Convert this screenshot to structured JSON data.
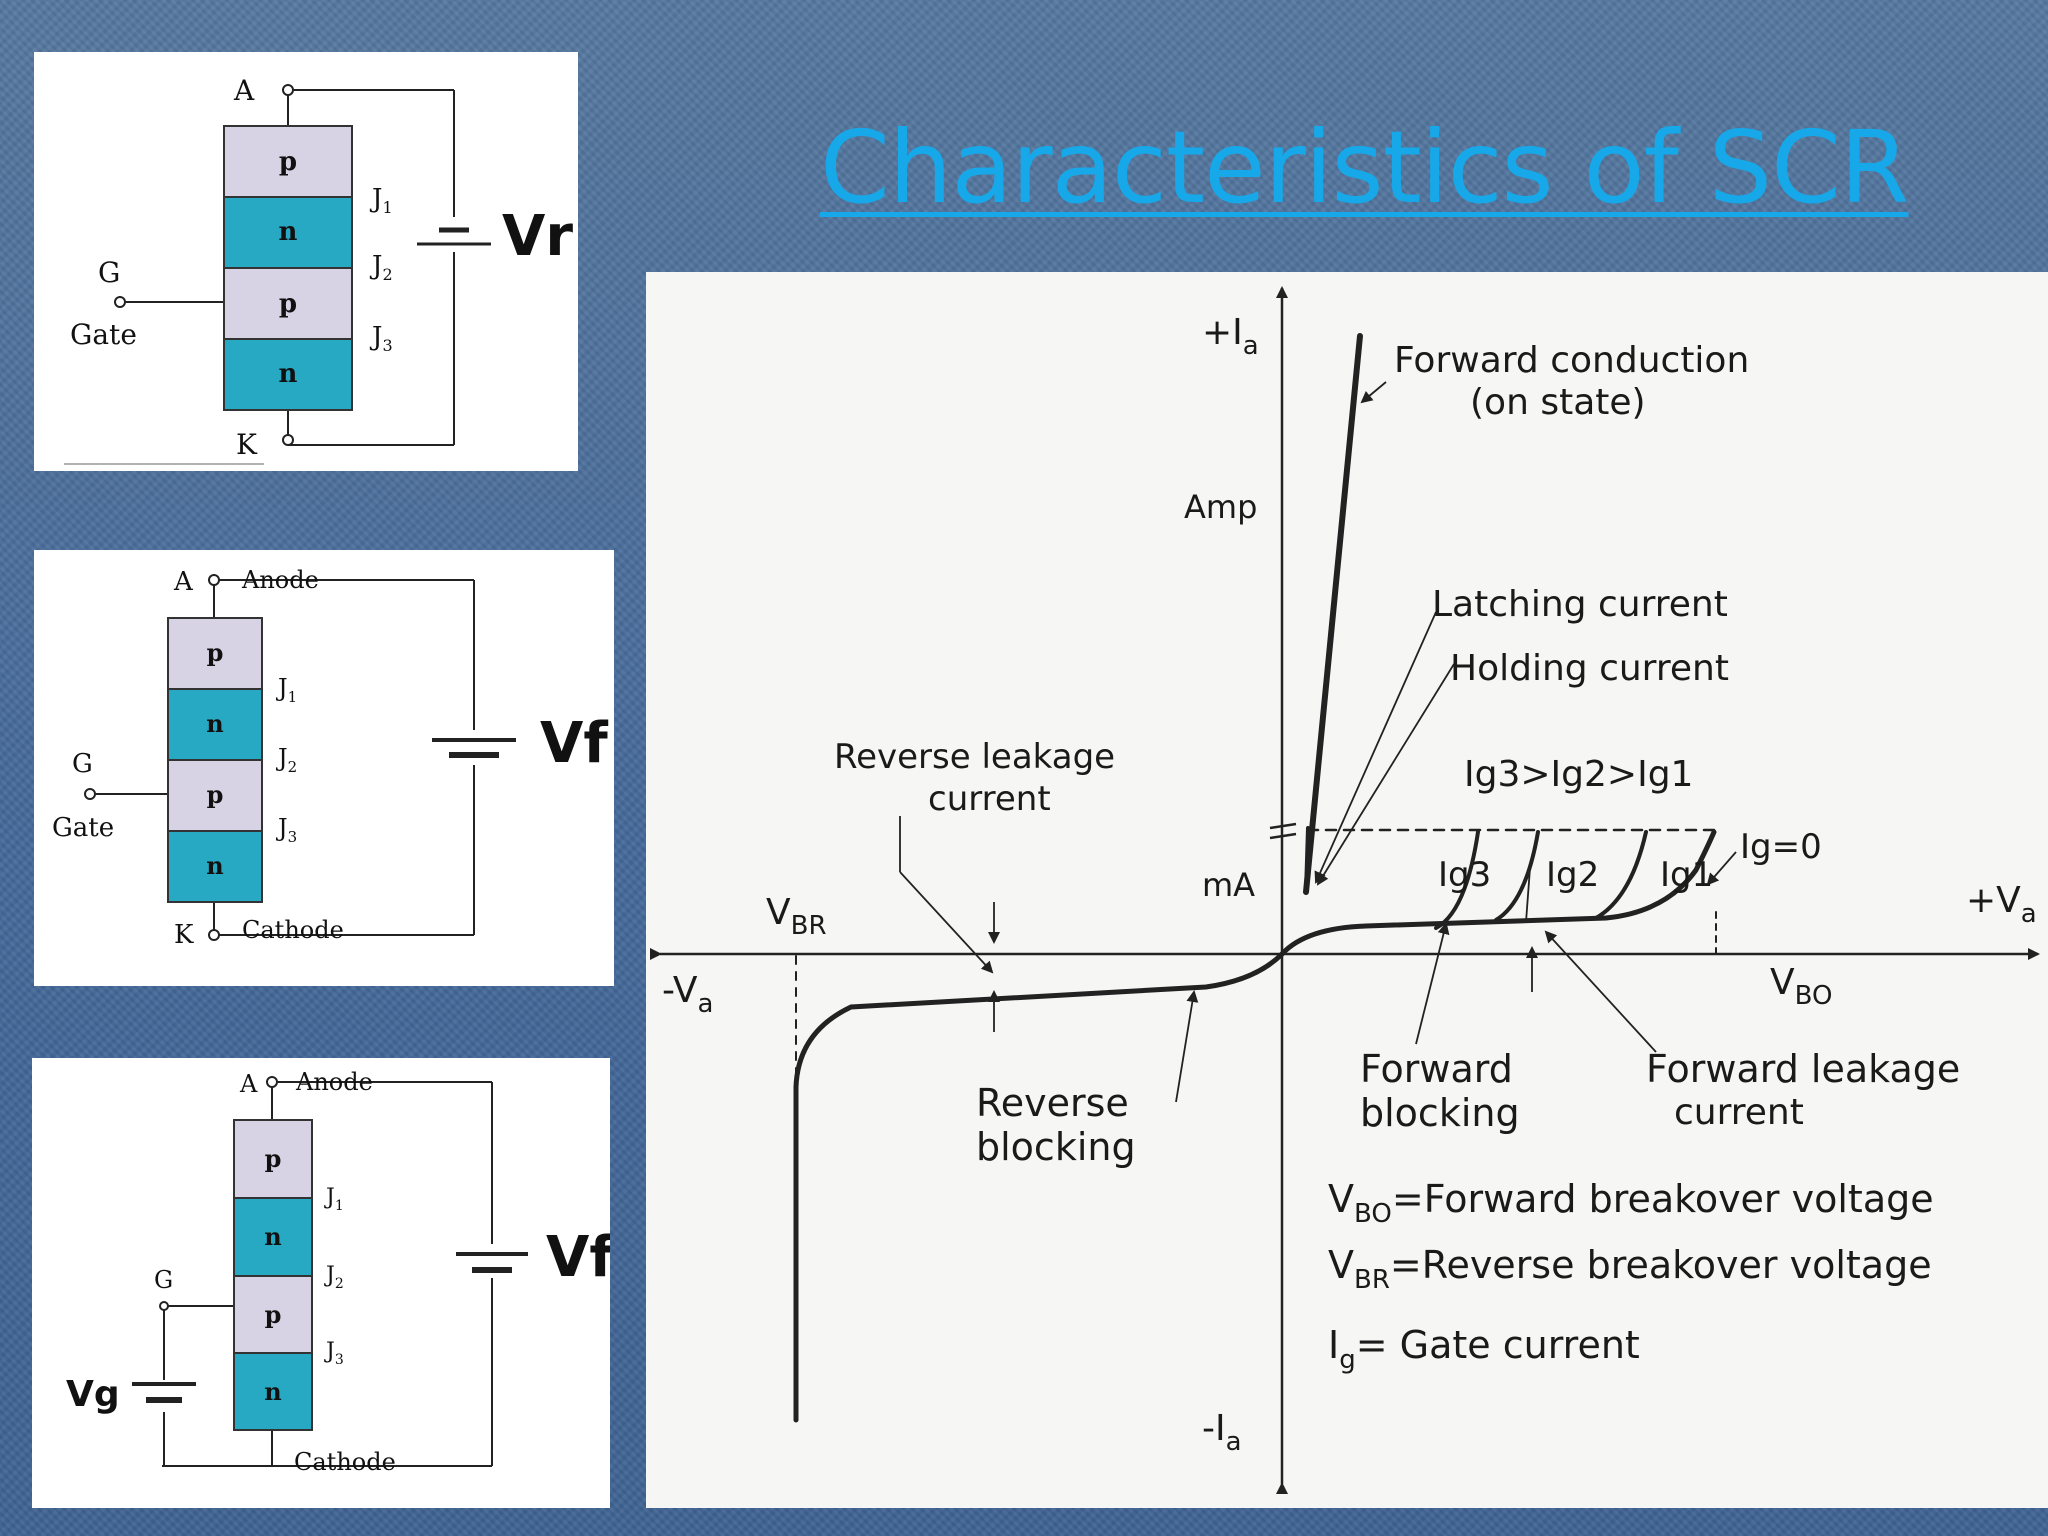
{
  "slide": {
    "title": "Characteristics of SCR"
  },
  "circuit_reverse": {
    "anode": "A",
    "cathode": "K",
    "gate_letter": "G",
    "gate_word": "Gate",
    "layers": [
      "p",
      "n",
      "p",
      "n"
    ],
    "junctions": [
      "J",
      "J",
      "J"
    ],
    "junction_subs": [
      "1",
      "2",
      "3"
    ],
    "source_label": "Vr"
  },
  "circuit_forward": {
    "anode": "A",
    "anode_word": "Anode",
    "cathode": "K",
    "cathode_word": "Cathode",
    "gate_letter": "G",
    "gate_word": "Gate",
    "layers": [
      "p",
      "n",
      "p",
      "n"
    ],
    "junctions": [
      "J",
      "J",
      "J"
    ],
    "junction_subs": [
      "1",
      "2",
      "3"
    ],
    "source_label": "Vf"
  },
  "circuit_gate": {
    "anode": "A",
    "anode_word": "Anode",
    "cathode_word": "Cathode",
    "gate_letter": "G",
    "gate_source_label": "Vg",
    "layers": [
      "p",
      "n",
      "p",
      "n"
    ],
    "junctions": [
      "J",
      "J",
      "J"
    ],
    "junction_subs": [
      "1",
      "2",
      "3"
    ],
    "source_label": "Vf"
  },
  "chart": {
    "pos_current": "+I",
    "neg_current": "-I",
    "current_sub": "a",
    "pos_voltage": "+V",
    "neg_voltage": "-V",
    "voltage_sub": "a",
    "amp_label": "Amp",
    "ma_label": "mA",
    "vbr": "V",
    "vbr_sub": "BR",
    "vbo": "V",
    "vbo_sub": "BO",
    "forward_conduction": "Forward conduction",
    "on_state": "(on state)",
    "latching_current": "Latching current",
    "holding_current": "Holding current",
    "ig_order": "Ig3>Ig2>Ig1",
    "ig3": "Ig3",
    "ig2": "Ig2",
    "ig1": "Ig1",
    "ig0": "Ig=0",
    "reverse_leakage_1": "Reverse leakage",
    "reverse_leakage_2": "current",
    "reverse_blocking_1": "Reverse",
    "reverse_blocking_2": "blocking",
    "forward_blocking_1": "Forward",
    "forward_blocking_2": "blocking",
    "forward_leakage_1": "Forward leakage",
    "forward_leakage_2": "current",
    "legend_vbo_sym": "V",
    "legend_vbo_sub": "BO",
    "legend_vbo_text": "=Forward breakover voltage",
    "legend_vbr_sym": "V",
    "legend_vbr_sub": "BR",
    "legend_vbr_text": "=Reverse breakover voltage",
    "legend_ig_sym": "I",
    "legend_ig_sub": "g",
    "legend_ig_text": "= Gate current"
  },
  "colors": {
    "p_layer": "#d7d2e4",
    "n_layer": "#27a9c4",
    "title": "#16a8e8",
    "background": "#4a6e9c"
  }
}
